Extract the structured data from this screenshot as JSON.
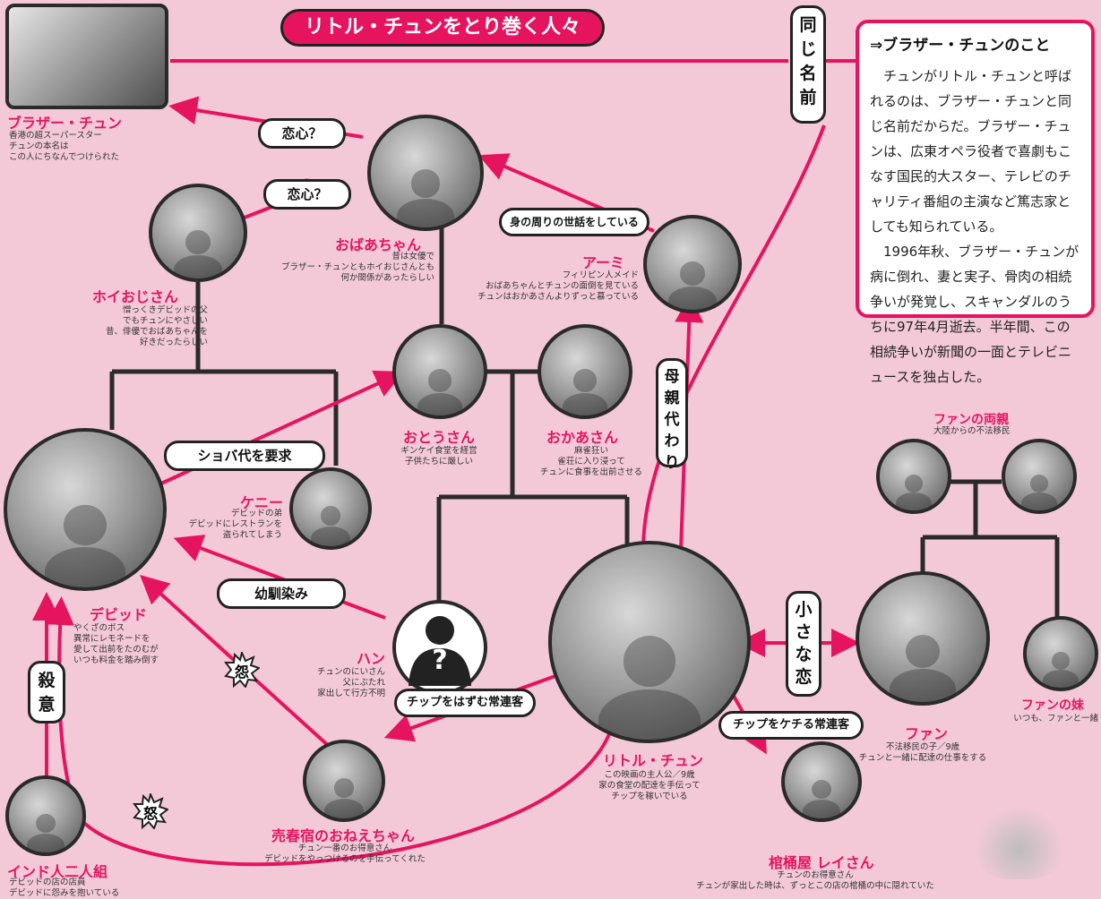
{
  "title": "リトル・チュンをとり巻く人々",
  "note": {
    "heading": "⇒ブラザー・チュンのこと",
    "p1": "チュンがリトル・チュンと呼ばれるのは、ブラザー・チュンと同じ名前だからだ。ブラザー・チュンは、広東オペラ役者で喜劇もこなす国民的大スター、テレビのチャリティ番組の主演など篤志家としても知られている。",
    "p2": "1996年秋、ブラザー・チュンが病に倒れ、妻と実子、骨肉の相続争いが発覚し、スキャンダルのうちに97年4月逝去。半年間、この相続争いが新聞の一面とテレビニュースを独占した。"
  },
  "people": {
    "brother": {
      "name": "ブラザー・チュン",
      "desc": "香港の超スーパースター\nチュンの本名は\nこの人にちなんでつけられた"
    },
    "grandma": {
      "name": "おばあちゃん",
      "desc": "昔は女優で\nブラザー・チュンともホイおじさんとも\n何か関係があったらしい"
    },
    "hoi": {
      "name": "ホイおじさん",
      "desc": "憎っくきデビッドの父\nでもチュンにやさしい\n昔、俳優でおばあちゃんを\n好きだったらしい"
    },
    "ami": {
      "name": "アーミ",
      "desc": "フィリピン人メイド\nおばあちゃんとチュンの面倒を見ている\nチュンはおかあさんよりずっと慕っている"
    },
    "father": {
      "name": "おとうさん",
      "desc": "ギンケイ食堂を経営\n子供たちに厳しい"
    },
    "mother": {
      "name": "おかあさん",
      "desc": "麻雀狂い\n雀荘に入り浸って\nチュンに食事を出前させる"
    },
    "kenny": {
      "name": "ケニー",
      "desc": "デビッドの弟\nデビッドにレストランを\n盗られてしまう"
    },
    "david": {
      "name": "デビッド",
      "desc": "やくざのボス\n異常にレモネードを\n愛して出前をたのむが\nいつも料金を踏み倒す"
    },
    "han": {
      "name": "ハン",
      "desc": "チュンのにいさん\n父にぶたれ\n家出して行方不明"
    },
    "little": {
      "name": "リトル・チュン",
      "desc": "この映画の主人公／9歳\n家の食堂の配達を手伝って\nチップを稼いでいる"
    },
    "fan_parents": {
      "name": "ファンの両親",
      "desc": "大陸からの不法移民"
    },
    "fan": {
      "name": "ファン",
      "desc": "不法移民の子／9歳\nチュンと一緒に配達の仕事をする"
    },
    "fan_sister": {
      "name": "ファンの妹",
      "desc": "いつも、ファンと一緒"
    },
    "sister_nee": {
      "name": "売春宿のおねえちゃん",
      "desc": "チュン一番のお得意さん\nデビッドをやっつけるのを手伝ってくれた"
    },
    "indians": {
      "name": "インド人二人組",
      "desc": "デビッドの店の店員\nデビッドに怨みを抱いている"
    },
    "rei": {
      "name": "棺桶屋 レイさん",
      "desc": "チュンのお得意さん\nチュンが家出した時は、ずっとこの店の棺桶の中に隠れていた"
    }
  },
  "labels": {
    "love1": "恋心？",
    "love2": "恋心？",
    "care": "身の周りの世話をしている",
    "shoba": "ショバ代を要求",
    "childhood": "幼馴染み",
    "tip_good": "チップをはずむ常連客",
    "tip_bad": "チップをケチる常連客",
    "same_name": "同じ名前",
    "mother_sub": "母親代わり",
    "small_love": "小さな恋",
    "murder": "殺意",
    "grudge": "怨",
    "anger": "怒"
  },
  "unknown_mark": "?",
  "colors": {
    "accent": "#e6145f",
    "background": "#f3c9d8",
    "line": "#2a2a2a"
  }
}
